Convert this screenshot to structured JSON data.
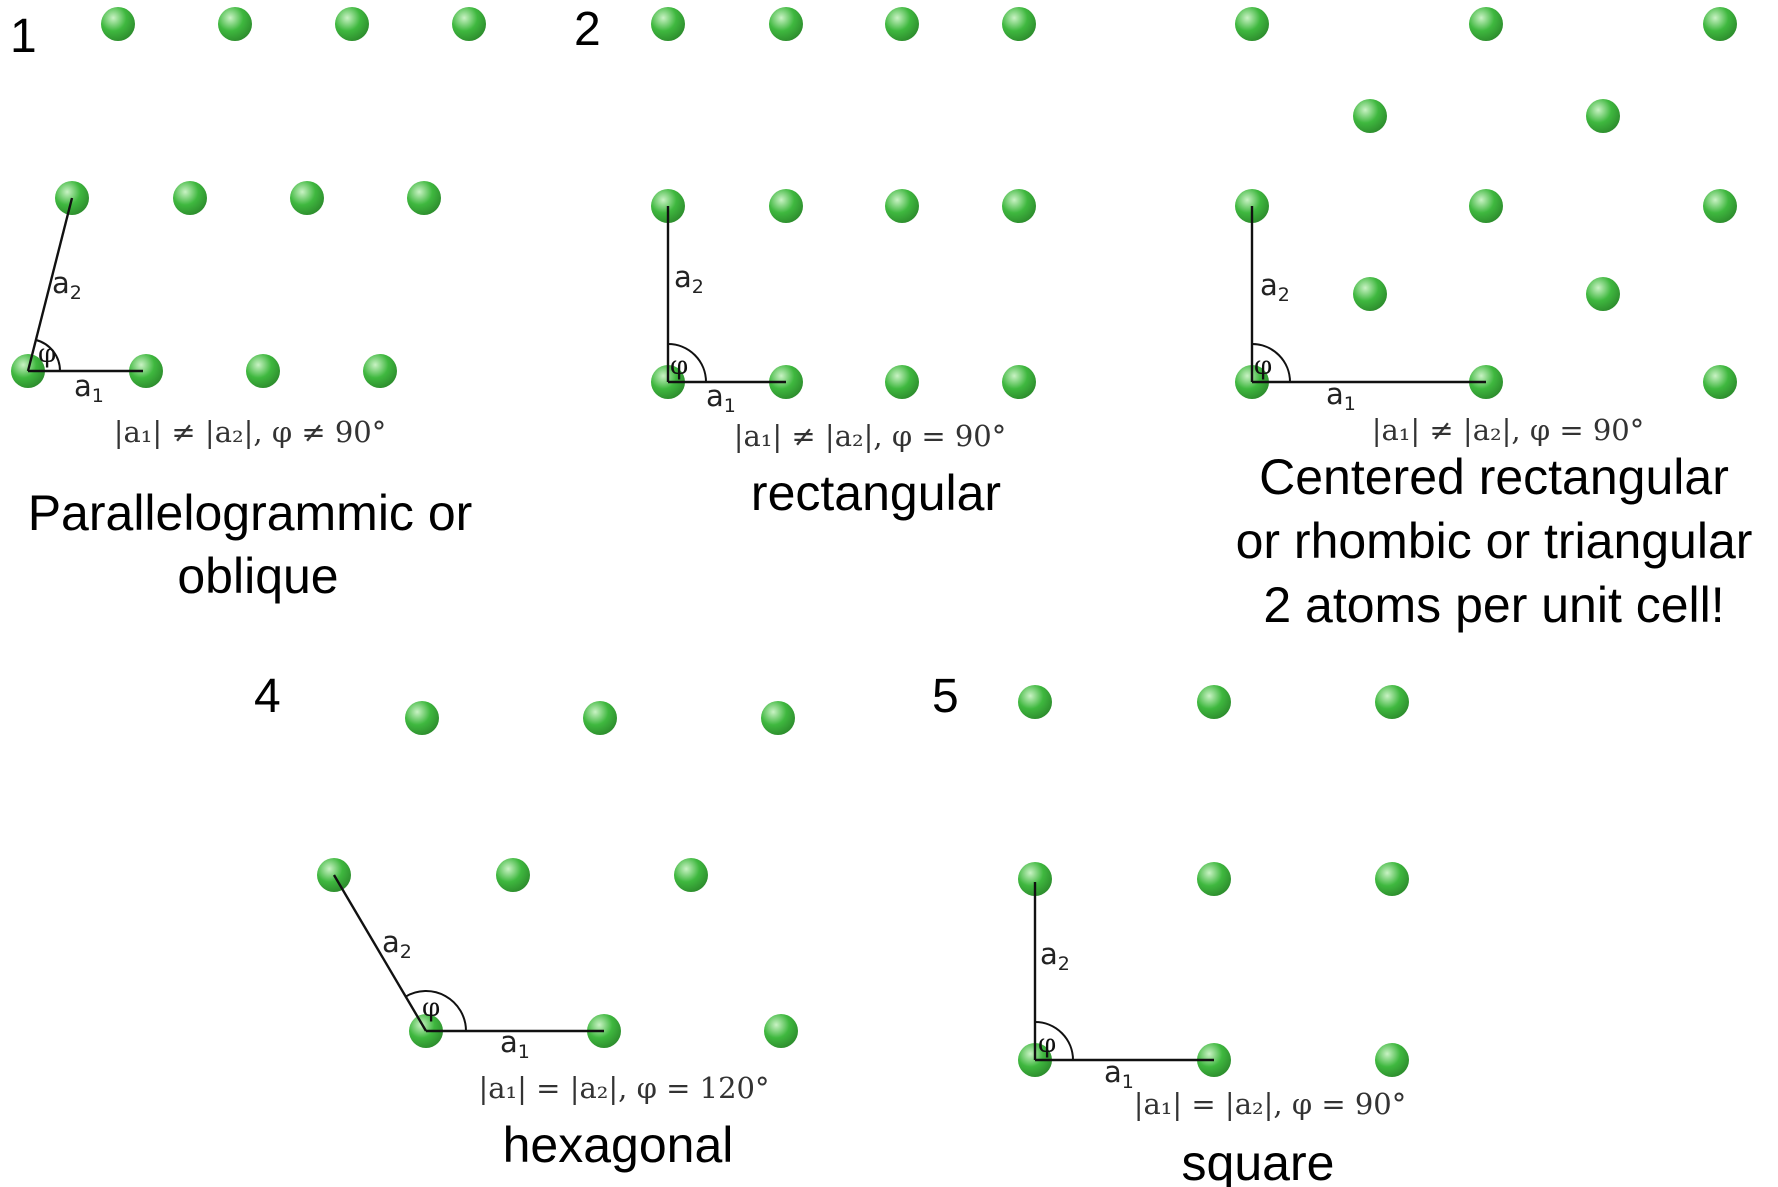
{
  "colors": {
    "atom": "#3fb83f",
    "atom_highlight": "#c9f2c4",
    "atom_edge": "#2e8f2e"
  },
  "icons": {
    "atom": "green-sphere",
    "angle": "angle-arc"
  },
  "panels": [
    {
      "id": "oblique",
      "number": "1",
      "vector_label": "a",
      "sub_1": "1",
      "sub_2": "2",
      "angle_symbol": "φ",
      "condition": "|a₁| ≠ |a₂|, φ ≠ 90°",
      "title_lines": [
        "Parallelogrammic or",
        "oblique"
      ]
    },
    {
      "id": "rectangular",
      "number": "2",
      "vector_label": "a",
      "sub_1": "1",
      "sub_2": "2",
      "angle_symbol": "φ",
      "condition": "|a₁| ≠ |a₂|, φ = 90°",
      "title_lines": [
        "rectangular"
      ]
    },
    {
      "id": "centered-rectangular",
      "number": "",
      "vector_label": "a",
      "sub_1": "1",
      "sub_2": "2",
      "angle_symbol": "φ",
      "condition": "|a₁| ≠ |a₂|, φ = 90°",
      "title_lines": [
        "Centered rectangular",
        "or rhombic or triangular",
        "2 atoms per unit cell!"
      ]
    },
    {
      "id": "hexagonal",
      "number": "4",
      "vector_label": "a",
      "sub_1": "1",
      "sub_2": "2",
      "angle_symbol": "φ",
      "condition": "|a₁| = |a₂|, φ = 120°",
      "title_lines": [
        "hexagonal"
      ]
    },
    {
      "id": "square",
      "number": "5",
      "vector_label": "a",
      "sub_1": "1",
      "sub_2": "2",
      "angle_symbol": "φ",
      "condition": "|a₁| = |a₂|, φ = 90°",
      "title_lines": [
        "square"
      ]
    }
  ]
}
